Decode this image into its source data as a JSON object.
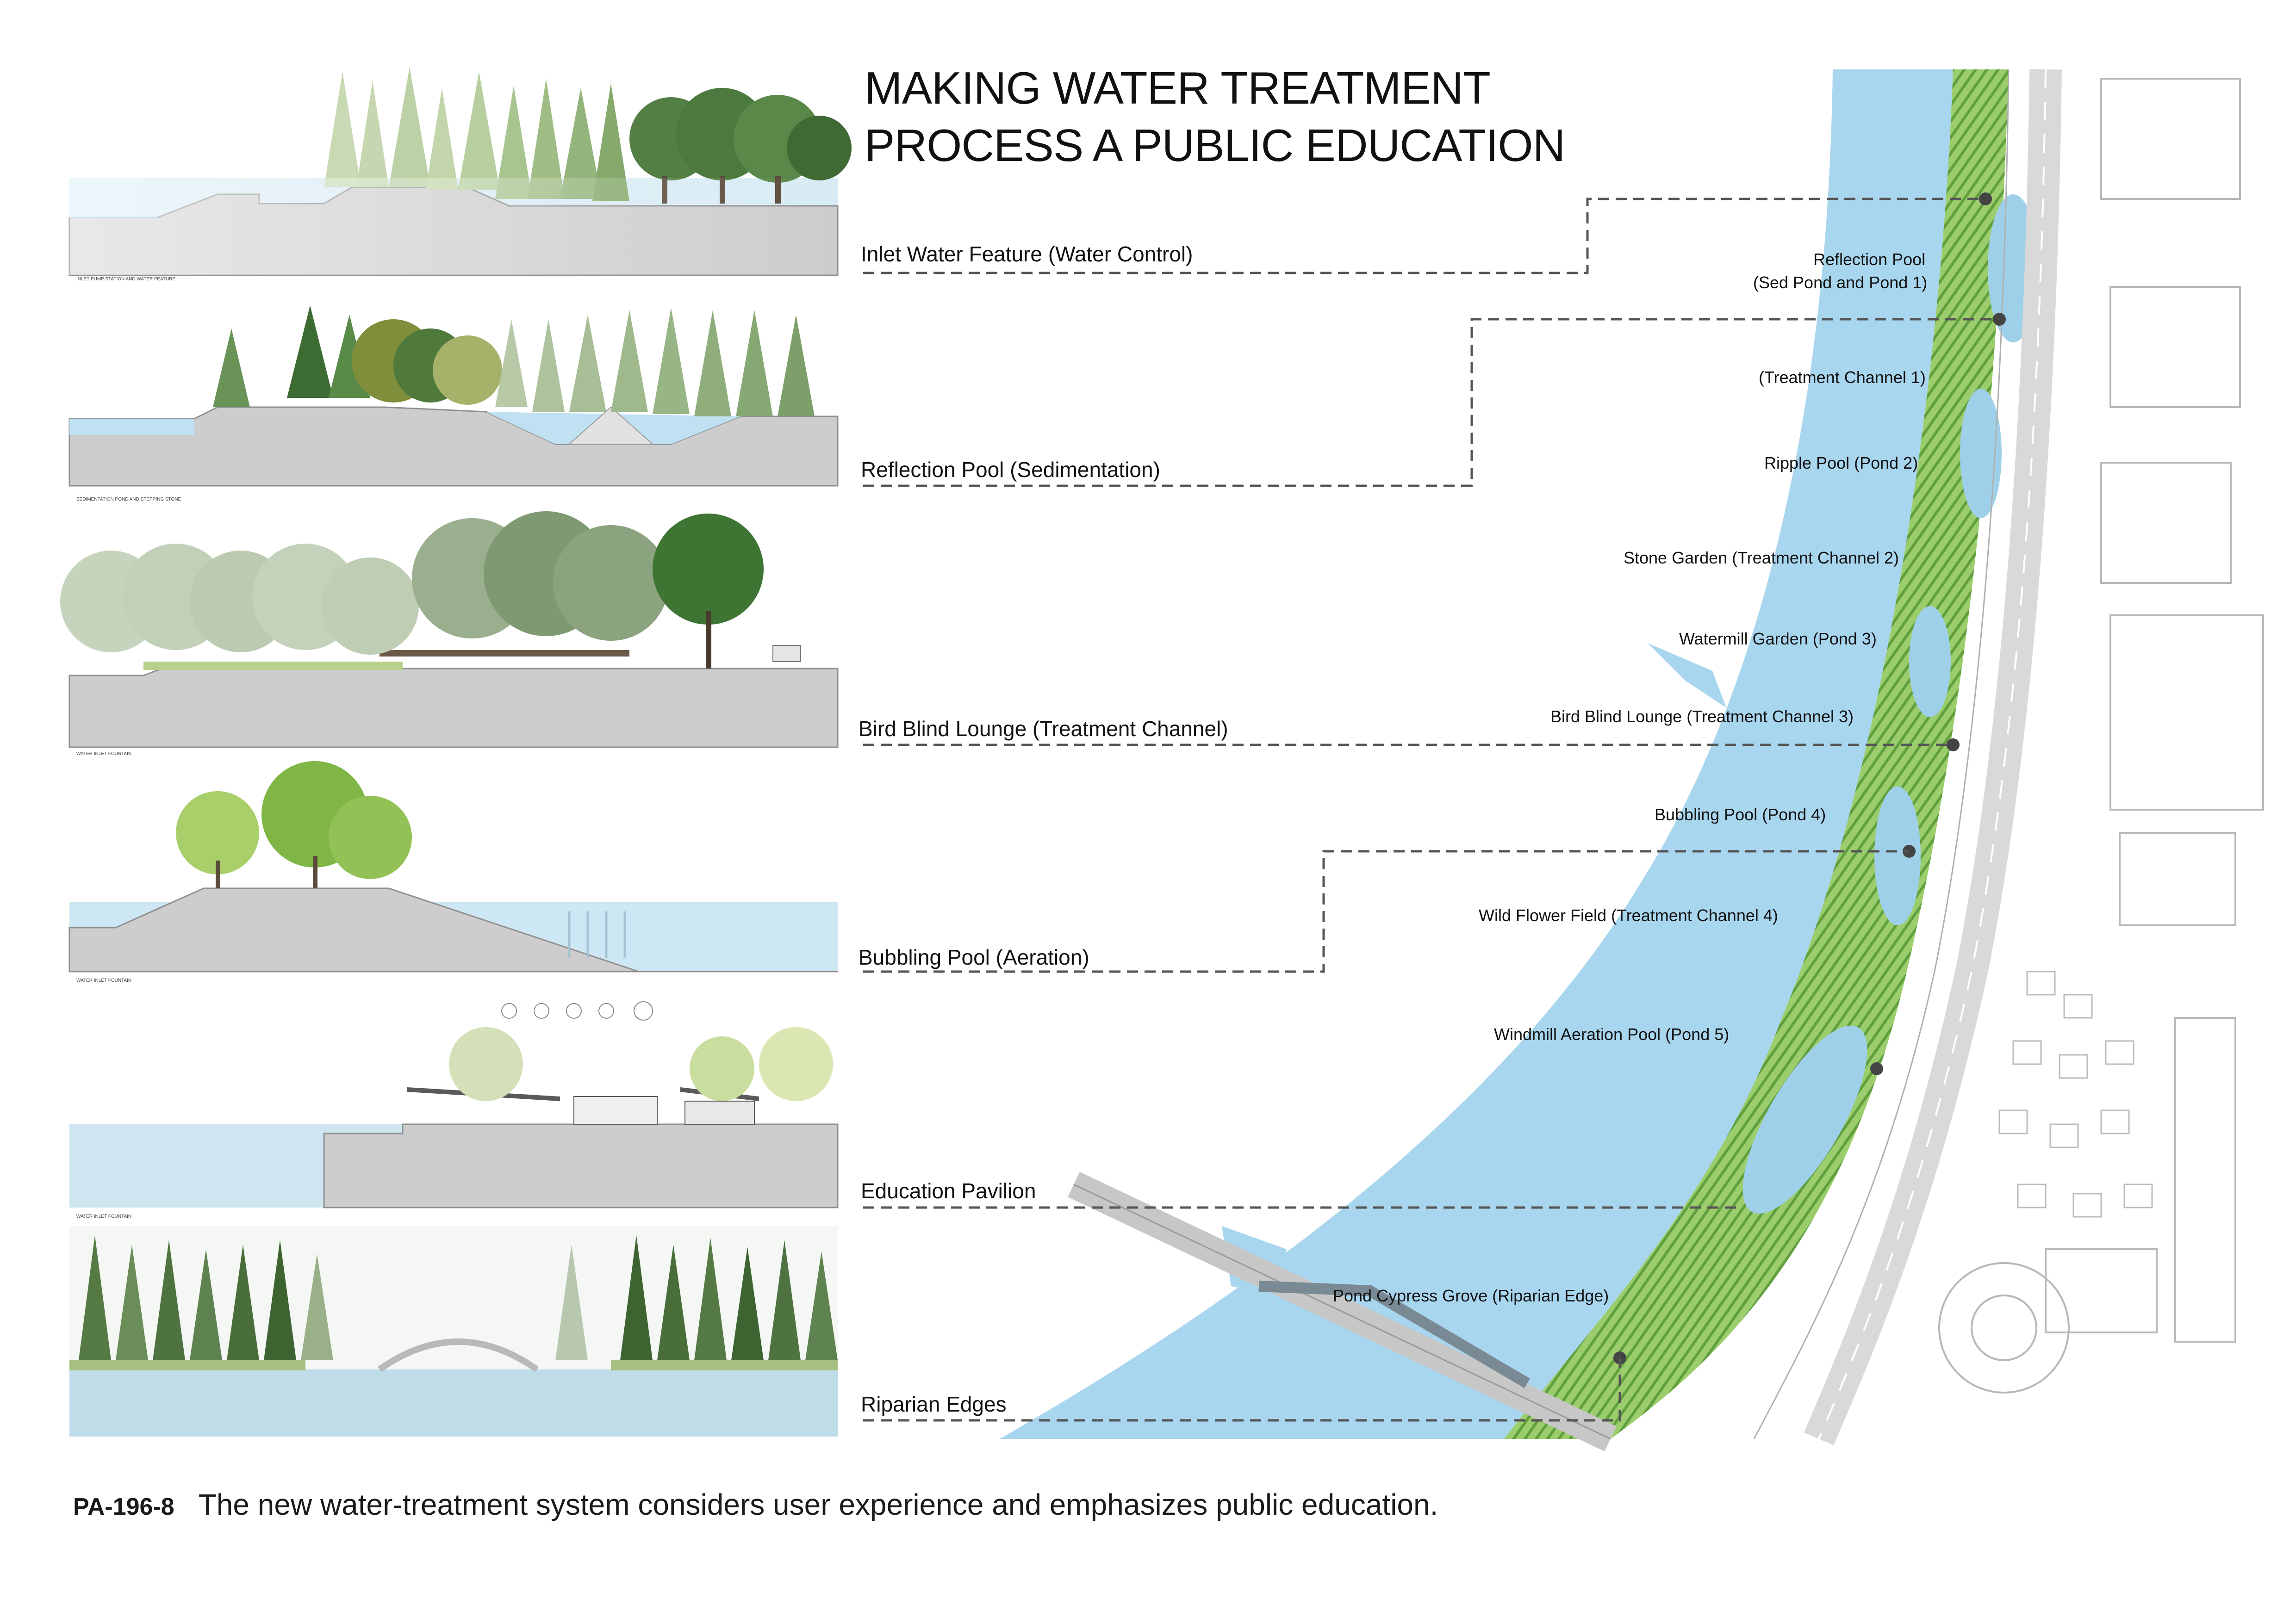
{
  "title": {
    "line1": "MAKING WATER TREATMENT",
    "line2": "PROCESS A PUBLIC EDUCATION"
  },
  "sections": [
    {
      "label": "Inlet Water Feature (Water Control)",
      "tag": "INLET PUMP STATION AND WATER FEATURE"
    },
    {
      "label": "Reflection Pool (Sedimentation)",
      "tag": "SEDIMENTATION POND AND STEPPING STONE"
    },
    {
      "label": "Bird Blind Lounge (Treatment Channel)",
      "tag": "WATER INLET FOUNTAIN"
    },
    {
      "label": "Bubbling Pool (Aeration)",
      "tag": "WATER INLET FOUNTAIN"
    },
    {
      "label": "Education Pavilion",
      "tag": "WATER INLET FOUNTAIN"
    },
    {
      "label": "Riparian Edges",
      "tag": ""
    }
  ],
  "map_labels": {
    "reflection_pool_1": "Reflection Pool",
    "reflection_pool_2": "(Sed Pond and Pond 1)",
    "treatment_channel_1": "(Treatment Channel 1)",
    "ripple_pool": "Ripple Pool (Pond 2)",
    "stone_garden": "Stone Garden (Treatment Channel 2)",
    "watermill_garden": "Watermill Garden (Pond 3)",
    "bird_blind_lounge": "Bird Blind Lounge (Treatment Channel 3)",
    "bubbling_pool": "Bubbling Pool (Pond 4)",
    "wild_flower_field": "Wild Flower Field (Treatment Channel 4)",
    "windmill_aeration": "Windmill Aeration Pool (Pond 5)",
    "pond_cypress": "Pond Cypress Grove (Riparian Edge)"
  },
  "caption": {
    "code": "PA-196-8",
    "text": "The new water-treatment system considers user experience and emphasizes public education."
  },
  "colors": {
    "river": "#a9d6ef",
    "ground": "#cdcdcd",
    "water": "#b8dff0",
    "tree_light": "#b5d09a",
    "tree_dark": "#4c7a3e",
    "park_green": "#7fc14d",
    "leader_line": "#555555"
  }
}
